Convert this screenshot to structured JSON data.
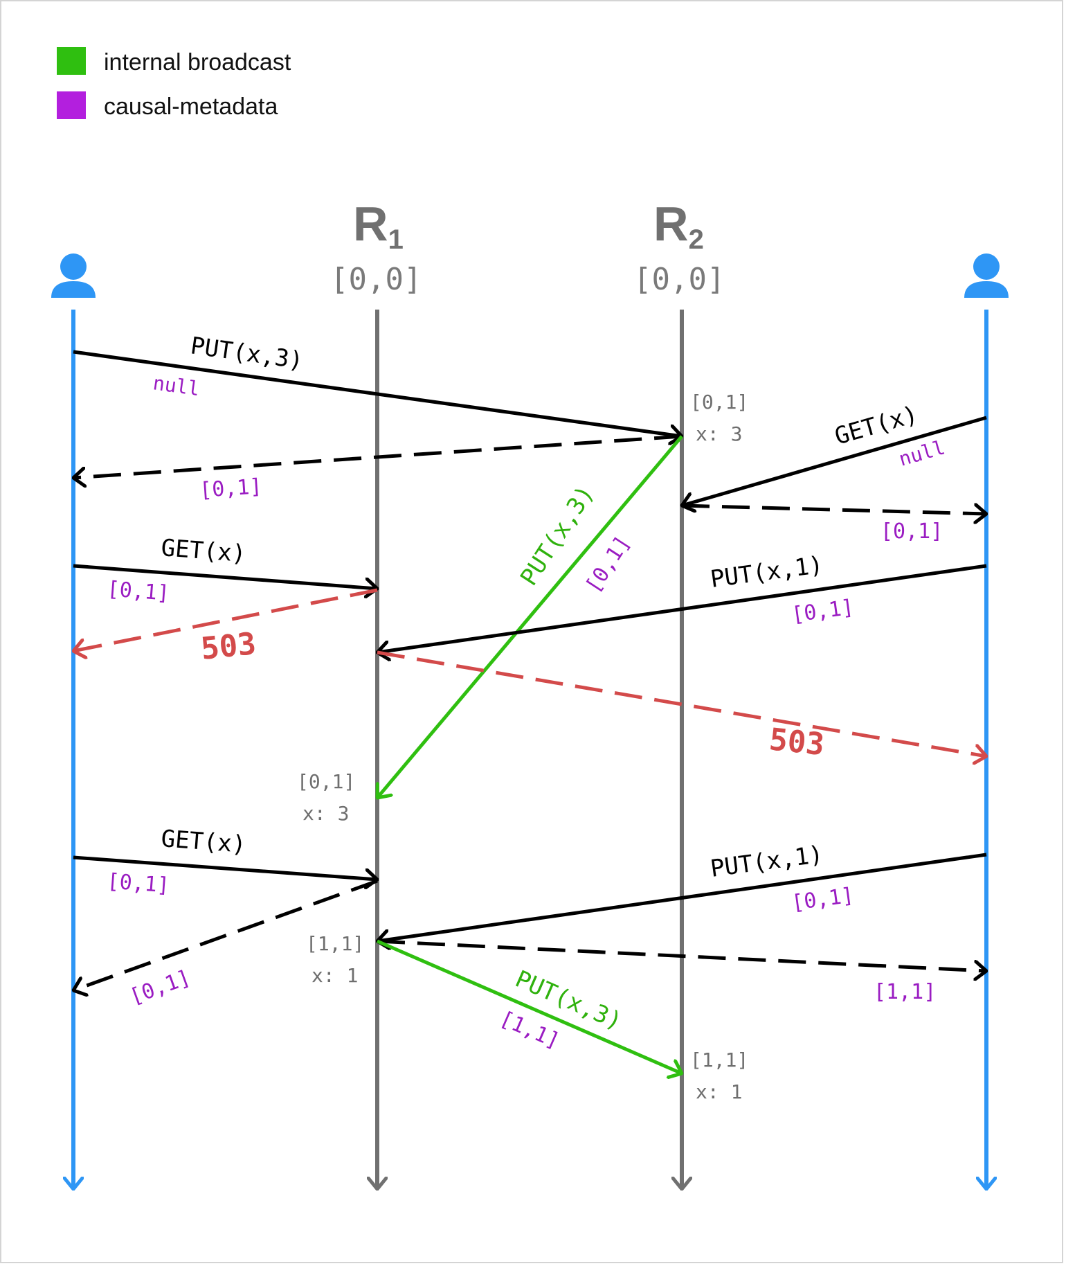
{
  "legend": {
    "items": [
      {
        "label": "internal broadcast",
        "color": "#2fbf10"
      },
      {
        "label": "causal-metadata",
        "color": "#b31fde"
      }
    ]
  },
  "replicas": [
    {
      "name": "R",
      "subscript": "1",
      "clock": "[0,0]"
    },
    {
      "name": "R",
      "subscript": "2",
      "clock": "[0,0]"
    }
  ],
  "clients": [
    {
      "icon": "user-icon",
      "color": "#2e96f5"
    },
    {
      "icon": "user-icon",
      "color": "#2e96f5"
    }
  ],
  "messages": {
    "m1": {
      "op": "PUT(x,3)",
      "meta": "null"
    },
    "m1_reply": {
      "meta": "[0,1]"
    },
    "m2": {
      "op": "GET(x)",
      "meta": "null"
    },
    "m2_reply": {
      "meta": "[0,1]"
    },
    "m3": {
      "op": "GET(x)",
      "meta": "[0,1]"
    },
    "m3_reply": {
      "status": "503"
    },
    "m4": {
      "op": "PUT(x,1)",
      "meta": "[0,1]"
    },
    "m4_reply": {
      "status": "503"
    },
    "bcast1": {
      "op": "PUT(x,3)",
      "meta": "[0,1]"
    },
    "m5": {
      "op": "GET(x)",
      "meta": "[0,1]"
    },
    "m5_reply": {
      "meta": "[0,1]"
    },
    "m6": {
      "op": "PUT(x,1)",
      "meta": "[0,1]"
    },
    "m6_reply": {
      "meta": "[1,1]"
    },
    "bcast2": {
      "op": "PUT(x,3)",
      "meta": "[1,1]"
    }
  },
  "states": {
    "r2_a": {
      "clock": "[0,1]",
      "value": "x: 3"
    },
    "r1_a": {
      "clock": "[0,1]",
      "value": "x: 3"
    },
    "r1_b": {
      "clock": "[1,1]",
      "value": "x: 1"
    },
    "r2_b": {
      "clock": "[1,1]",
      "value": "x: 1"
    }
  }
}
